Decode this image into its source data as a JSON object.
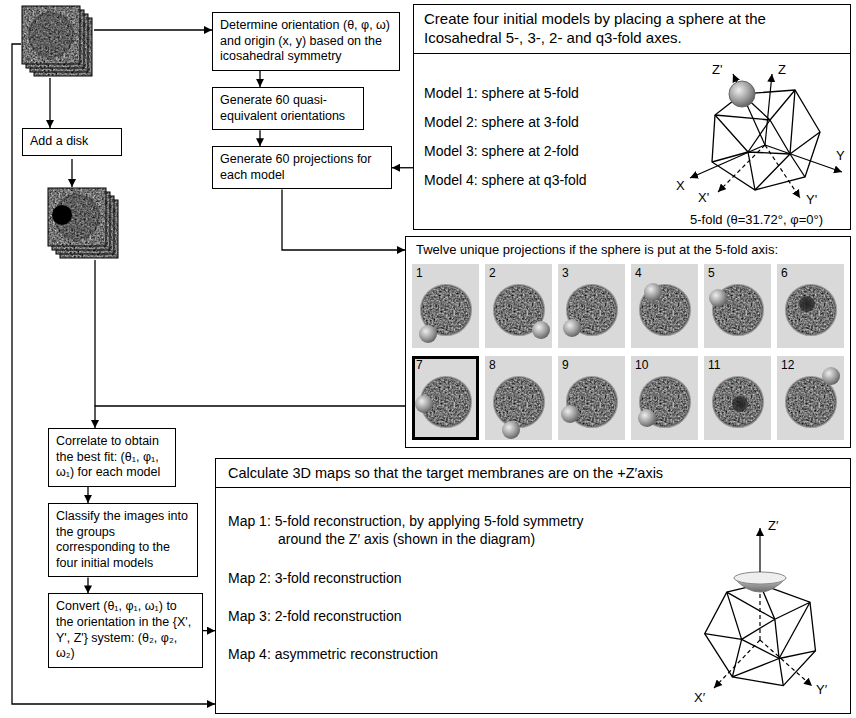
{
  "diagram": {
    "nodes": [
      {
        "text": [
          "Determine orientation (θ, φ, ω) and origin (x, y) based on the icosahedral symmetry"
        ]
      },
      {
        "text": [
          "Create four initial models by placing a sphere at the Icosahedral 5-, 3-, 2- and q3-fold axes.",
          "Model 1: sphere at 5-fold",
          "Model 2: sphere at 3-fold",
          "Model 3: sphere at 2-fold",
          "Model 4: sphere at q3-fold"
        ]
      },
      {
        "text": [
          "Generate 60 quasi-equivalent orientations"
        ]
      },
      {
        "text": [
          "Generate 60 projections for each model"
        ]
      },
      {
        "text": [
          "Add a disk"
        ]
      },
      {
        "text": [
          "Twelve unique projections if the sphere is put at the 5-fold axis:"
        ]
      },
      {
        "text": [
          "Correlate to obtain the best fit: (θ₁, φ₁, ω₁) for each model"
        ]
      },
      {
        "text": [
          "Classify the images into the groups corresponding to the four initial models"
        ]
      },
      {
        "text": [
          "Convert (θ₁, φ₁, ω₁) to the orientation in the {X', Y', Z'} system: (θ₂, φ₂, ω₂)"
        ]
      },
      {
        "text": [
          "Calculate 3D maps so that the target membranes are on the +Z′axis",
          "Map 1: 5-fold reconstruction, by applying 5-fold symmetry around the Z′ axis (shown in the diagram)",
          "Map 2: 3-fold reconstruction",
          "Map 3: 2-fold reconstruction",
          "Map 4: asymmetric reconstruction"
        ]
      }
    ],
    "edges": [
      {
        "from": 0,
        "to": 2,
        "arrow": "to"
      },
      {
        "from": 2,
        "to": 3,
        "arrow": "to"
      },
      {
        "from": 1,
        "to": 3,
        "arrow": "to"
      },
      {
        "from": 3,
        "to": 5,
        "arrow": "to"
      },
      {
        "from": 5,
        "to": 6,
        "arrow": "to"
      },
      {
        "from": 6,
        "to": 7,
        "arrow": "to"
      },
      {
        "from": 7,
        "to": 8,
        "arrow": "to"
      },
      {
        "from": 8,
        "to": 9,
        "arrow": "to"
      }
    ],
    "labels": [
      "Z'",
      "Z",
      "X",
      "Y",
      "X'",
      "Y'",
      "5-fold (θ=31.72°, φ=0°)",
      "1",
      "2",
      "3",
      "4",
      "5",
      "6",
      "7",
      "8",
      "9",
      "10",
      "11",
      "12",
      "Z′",
      "X′",
      "Y′"
    ]
  }
}
